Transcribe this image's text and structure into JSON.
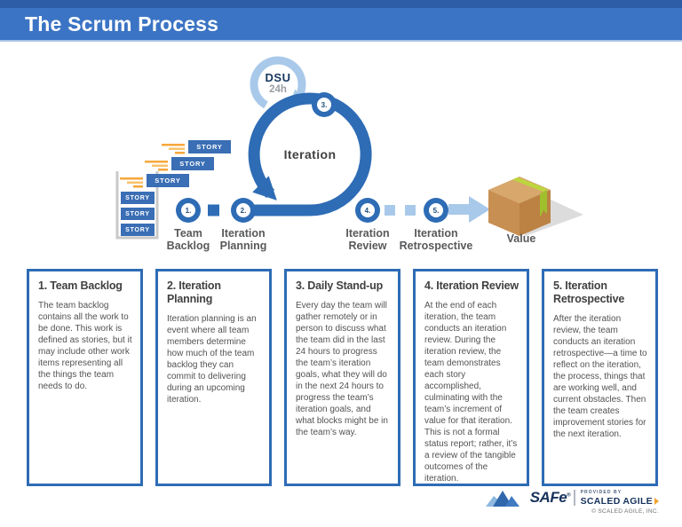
{
  "header": {
    "title": "The Scrum Process"
  },
  "diagram": {
    "dsu_label": "DSU",
    "dsu_sublabel": "24h",
    "iteration_label": "Iteration",
    "story_label": "STORY",
    "value_label": "Value",
    "steps": [
      {
        "num": "1.",
        "label": "Team Backlog"
      },
      {
        "num": "2.",
        "label": "Iteration Planning"
      },
      {
        "num": "3.",
        "label": ""
      },
      {
        "num": "4.",
        "label": "Iteration Review"
      },
      {
        "num": "5.",
        "label": "Iteration Retrospective"
      }
    ]
  },
  "cards": [
    {
      "heading": "1. Team Backlog",
      "body": "The team backlog contains all the work to be done. This work is defined as stories, but it may include other work items representing all the things the team needs to do."
    },
    {
      "heading": "2. Iteration Planning",
      "body": "Iteration planning is an event where all team members determine how much of the team backlog they can commit to delivering during an upcoming iteration."
    },
    {
      "heading": "3. Daily Stand-up",
      "body": "Every day the team will gather remotely or in person to discuss what the team did in the last 24 hours to progress the team’s iteration goals, what they will do in the next 24 hours to progress the team’s iteration goals, and what blocks might be in the team’s way."
    },
    {
      "heading": "4. Iteration Review",
      "body": "At the end of each iteration, the team conducts an iteration review. During the iteration review, the team demonstrates each story accomplished, culminating with the team’s increment of value for that iteration. This is not a formal status report; rather, it’s a review of the tangible outcomes of the iteration."
    },
    {
      "heading": "5. Iteration Retrospective",
      "body": "After the iteration review, the team conducts an iteration retrospective—a time to reflect on the iteration, the process, things that are working well, and current obstacles. Then the team creates improvement stories for the next iteration."
    }
  ],
  "footer": {
    "brand": "SAFe",
    "registered": "®",
    "provided_by": "PROVIDED BY",
    "provider": "SCALED AGILE",
    "copyright": "© SCALED AGILE, INC."
  },
  "colors": {
    "header_blue": "#3b74c4",
    "header_top_blue": "#2c5da6",
    "process_blue": "#2e6cb5",
    "light_blue": "#a9c9ea",
    "story_orange": "#f6a73b",
    "box_tan": "#d7a76c",
    "box_brown": "#c88f52",
    "ribbon_green": "#b2d235",
    "label_gray": "#58595b"
  }
}
